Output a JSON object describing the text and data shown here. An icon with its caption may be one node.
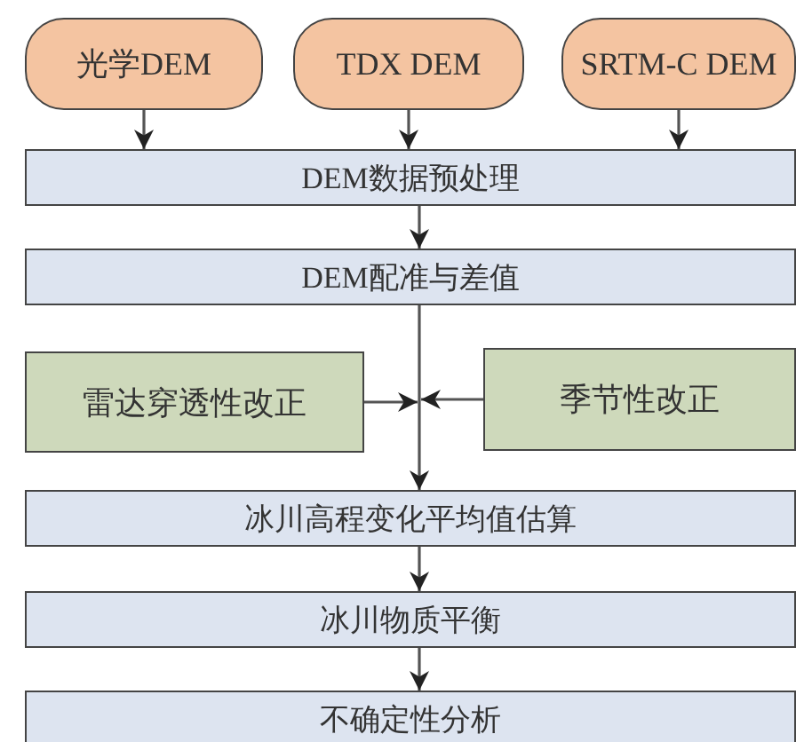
{
  "diagram": {
    "nodes": [
      {
        "text": [
          "光学DEM"
        ]
      },
      {
        "text": [
          "TDX DEM"
        ]
      },
      {
        "text": [
          "SRTM-C DEM"
        ]
      },
      {
        "text": [
          "DEM数据预处理"
        ]
      },
      {
        "text": [
          "DEM配准与差值"
        ]
      },
      {
        "text": [
          "雷达穿透性改正"
        ]
      },
      {
        "text": [
          "季节性改正"
        ]
      },
      {
        "text": [
          "冰川高程变化平均值估算"
        ]
      },
      {
        "text": [
          "冰川物质平衡"
        ]
      },
      {
        "text": [
          "不确定性分析"
        ]
      }
    ],
    "edges": [
      {
        "from": 0,
        "to": 3,
        "arrow": "to"
      },
      {
        "from": 1,
        "to": 3,
        "arrow": "to"
      },
      {
        "from": 2,
        "to": 3,
        "arrow": "to"
      },
      {
        "from": 3,
        "to": 4,
        "arrow": "to"
      },
      {
        "from": 4,
        "to": 7,
        "arrow": "to"
      },
      {
        "from": 5,
        "to": null,
        "arrow": "to"
      },
      {
        "from": 6,
        "to": null,
        "arrow": "to"
      },
      {
        "from": 7,
        "to": 8,
        "arrow": "to"
      },
      {
        "from": 8,
        "to": 9,
        "arrow": "to"
      }
    ]
  }
}
